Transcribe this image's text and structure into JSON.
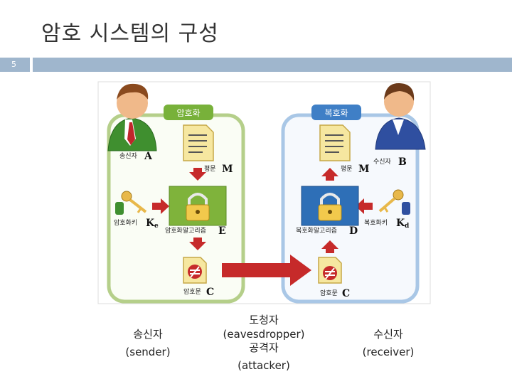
{
  "slide": {
    "title": "암호 시스템의 구성",
    "number": "5"
  },
  "diagram": {
    "sender_panel": {
      "badge": "암호화",
      "person_label": "송신자",
      "person_symbol": "A",
      "plaintext_label": "평문",
      "plaintext_symbol": "M",
      "key_label": "암호화키",
      "key_symbol": "K",
      "key_subscript": "e",
      "algorithm_label": "암호화알고리즘",
      "algorithm_symbol": "E",
      "ciphertext_label": "암호문",
      "ciphertext_symbol": "C"
    },
    "receiver_panel": {
      "badge": "복호화",
      "person_label": "수신자",
      "person_symbol": "B",
      "plaintext_label": "평문",
      "plaintext_symbol": "M",
      "key_label": "복호화키",
      "key_symbol": "K",
      "key_subscript": "d",
      "algorithm_label": "복호화알고리즘",
      "algorithm_symbol": "D",
      "ciphertext_label": "암호문",
      "ciphertext_symbol": "C"
    },
    "colors": {
      "sender_panel_border": "#b5cf8a",
      "receiver_panel_border": "#a9c7e6",
      "sender_badge": "#78b13a",
      "receiver_badge": "#3f7fc6",
      "lock_green": "#7fb33b",
      "lock_blue": "#2e6fb7",
      "arrow_red": "#c62a2a",
      "document_yellow": "#f6e7a0"
    },
    "icons": [
      "sender-avatar-icon",
      "receiver-avatar-icon",
      "document-icon",
      "lock-icon",
      "key-icon",
      "cipher-document-icon",
      "arrow-icon"
    ]
  },
  "captions": {
    "sender": {
      "korean": "송신자",
      "english": "(sender)"
    },
    "eavesdropper": {
      "korean": "도청자",
      "english": "(eavesdropper)",
      "korean2": "공격자",
      "english2": "(attacker)"
    },
    "receiver": {
      "korean": "수신자",
      "english": "(receiver)"
    }
  }
}
